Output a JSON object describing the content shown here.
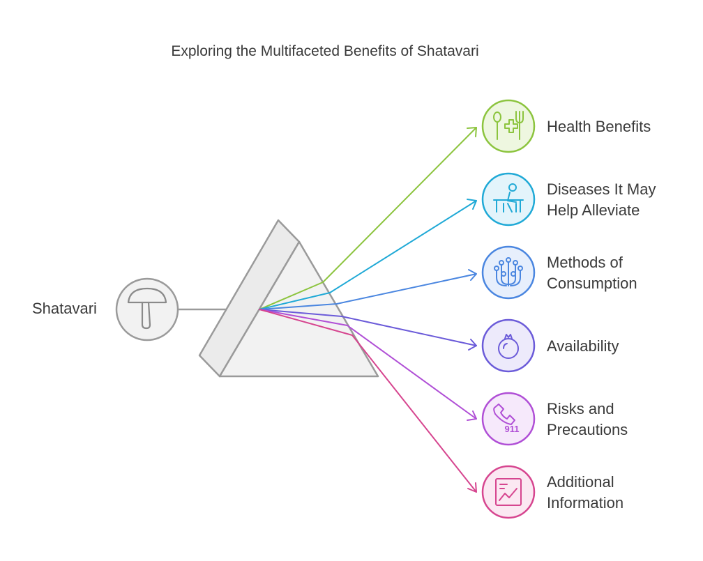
{
  "title": "Exploring the Multifaceted Benefits of Shatavari",
  "source": {
    "label": "Shatavari",
    "icon": "mushroom-icon"
  },
  "branches": [
    {
      "line1": "Health Benefits",
      "line2": "",
      "icon": "spoon-fork-medical-cross-icon",
      "color": "#8cc43e"
    },
    {
      "line1": "Diseases It May",
      "line2": "Help Alleviate",
      "icon": "person-at-desk-icon",
      "color": "#1fa9d6"
    },
    {
      "line1": "Methods of",
      "line2": "Consumption",
      "icon": "plant-roots-icon",
      "color": "#4a86e0"
    },
    {
      "line1": "Availability",
      "line2": "",
      "icon": "fruit-icon",
      "color": "#6b5bd9"
    },
    {
      "line1": "Risks and",
      "line2": "Precautions",
      "icon": "phone-911-icon",
      "color": "#b04fd6",
      "icon_text": "911"
    },
    {
      "line1": "Additional",
      "line2": "Information",
      "icon": "document-chart-icon",
      "color": "#d6458f"
    }
  ]
}
